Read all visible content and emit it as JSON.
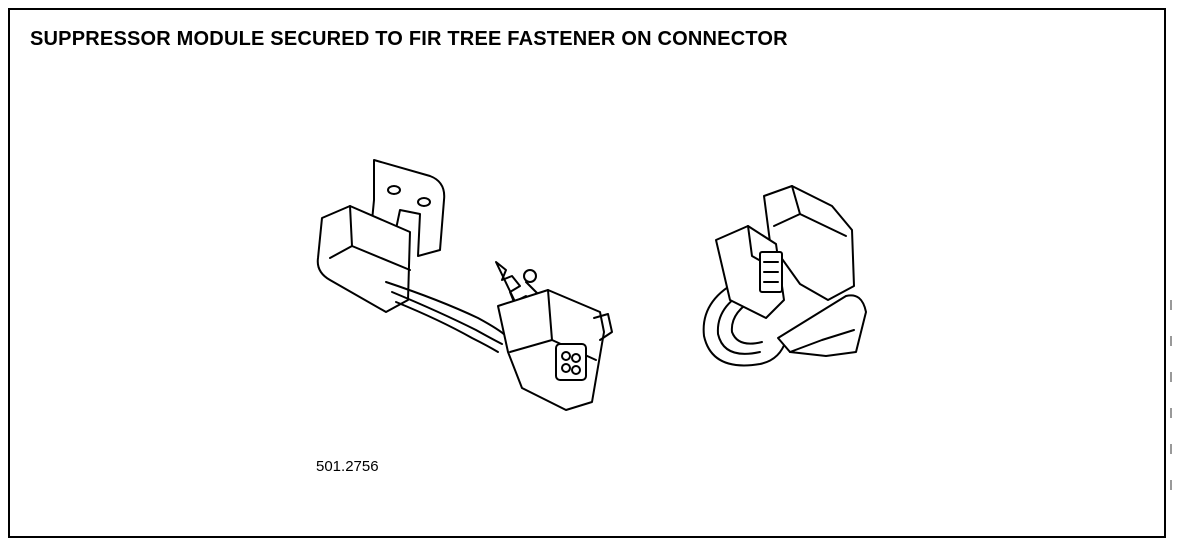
{
  "title": "SUPPRESSOR MODULE SECURED TO FIR TREE FASTENER ON CONNECTOR",
  "figure_number": "501.2756",
  "colors": {
    "line": "#000000",
    "fill": "#ffffff",
    "shade": "#cfcfcf"
  },
  "illustrations": [
    "suppressor-module-on-connector-side-view",
    "suppressor-module-on-connector-rear-view"
  ]
}
